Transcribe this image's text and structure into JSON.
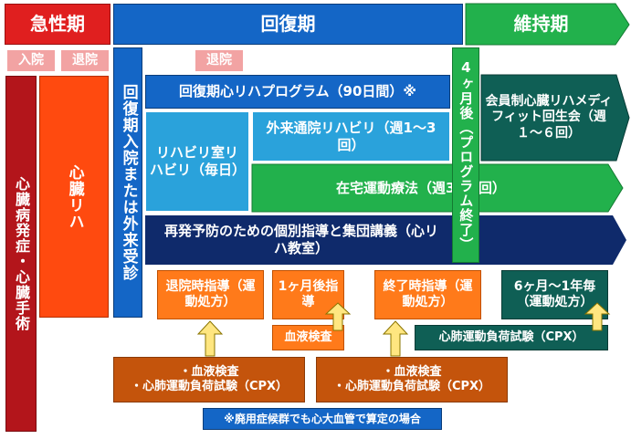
{
  "phases": {
    "acute": "急性期",
    "recovery": "回復期",
    "maintenance": "維持期"
  },
  "tags": {
    "admission": "入院",
    "discharge1": "退院",
    "discharge2": "退院"
  },
  "acute_col": {
    "onset": "心臓病発症・心臓手術",
    "rehab": "心臓リハ"
  },
  "recovery_col": {
    "inpatient": "回復期入院または外来受診"
  },
  "program": {
    "title": "回復期心リハプログラム（90日間）※",
    "rehab_room": "リハビリ室リハビリ（毎日）",
    "outpatient": "外来通院リハビリ（週1〜3回）",
    "home_exercise": "在宅運動療法（週3〜5回）",
    "prevention": "再発予防のための個別指導と集団講義（心リハ教室）"
  },
  "four_month": "4ヶ月後（プログラム終了）",
  "membership": "会員制心臓リハメディフィット回生会（週１〜６回）",
  "guidance": {
    "discharge_guidance": "退院時指導（運動処方）",
    "one_month": "1ヶ月後指導",
    "end_guidance": "終了時指導（運動処方）",
    "six_month": "6ヶ月〜1年毎（運動処方）",
    "blood_test": "血液検査",
    "cpx": "心肺運動負荷試験（CPX）"
  },
  "tests": {
    "left": "・血液検査\n・心肺運動負荷試験（CPX）",
    "right": "・血液検査\n・心肺運動負荷試験（CPX）"
  },
  "footnote": "※廃用症候群でも心大血管で算定の場合",
  "colors": {
    "acute": "#e01f1f",
    "recovery": "#1466c6",
    "maintenance": "#22b14c",
    "navy": "#0f2a6b",
    "teal": "#0f5f55",
    "orange": "#ff7a1a",
    "brown": "#c4540c",
    "arrow_yellow": "#ffe680"
  }
}
